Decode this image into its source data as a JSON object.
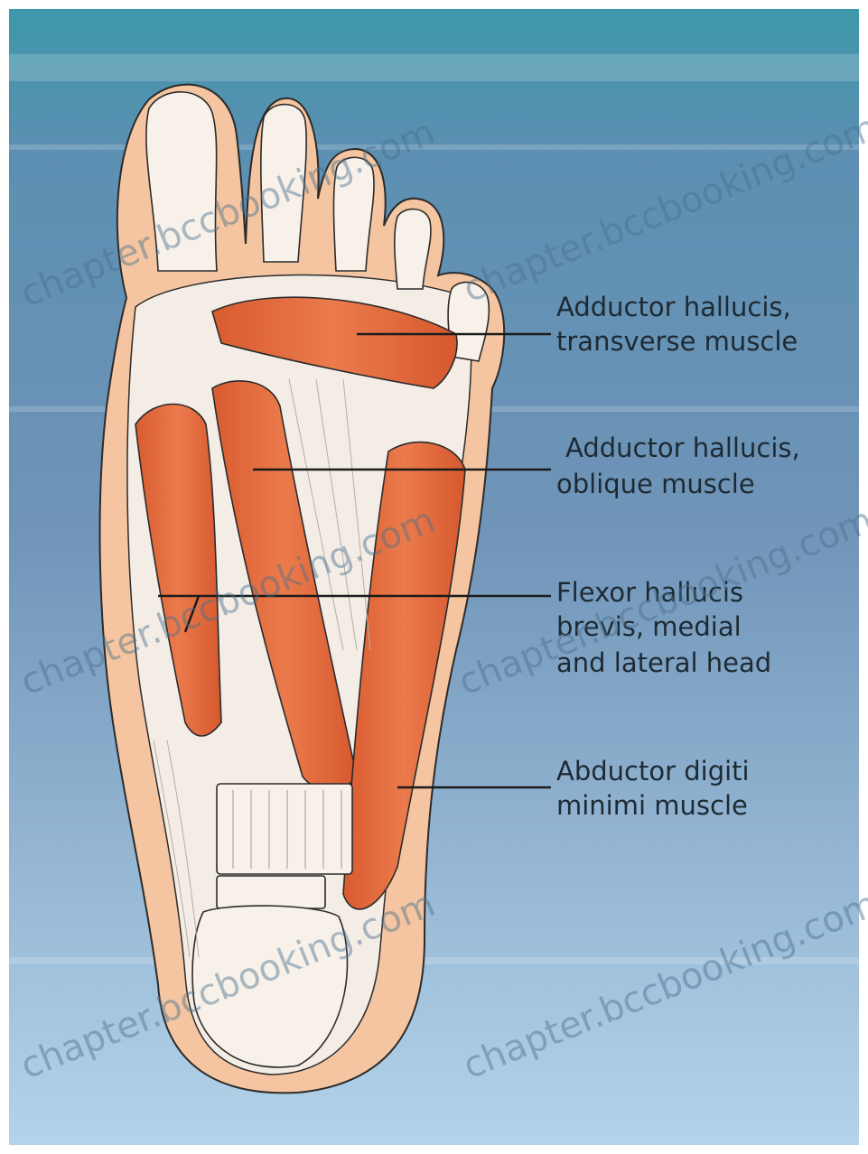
{
  "colors": {
    "background_top": "#3e98ab",
    "background_mid": "#6f94b8",
    "background_bottom": "#b4d3ea",
    "skin": "#f4c5a0",
    "muscle": "#e06a3c",
    "tendon": "#f3ede6",
    "outline": "#2b2b2b",
    "label_text": "#1e2a33"
  },
  "labels": [
    {
      "id": "adductor-hallucis-transverse",
      "lines": [
        "Adductor hallucis,",
        "transverse muscle"
      ]
    },
    {
      "id": "adductor-hallucis-oblique",
      "lines": [
        "Adductor hallucis,",
        "oblique muscle"
      ]
    },
    {
      "id": "flexor-hallucis-brevis",
      "lines": [
        "Flexor hallucis",
        "brevis, medial",
        "and lateral head"
      ]
    },
    {
      "id": "abductor-digiti-minimi",
      "lines": [
        "Abductor digiti",
        "minimi muscle"
      ]
    }
  ],
  "watermark": "chapter.bccbooking.com"
}
